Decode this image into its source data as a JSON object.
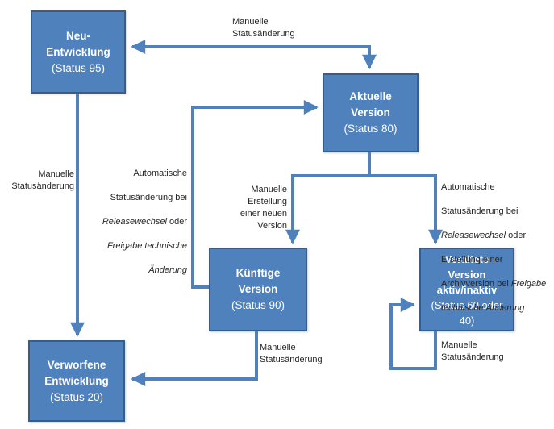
{
  "colors": {
    "node_fill": "#4f81bd",
    "node_border": "#385d8a",
    "connector": "#4f81bd",
    "node_text": "#ffffff",
    "label_text": "#262626",
    "background": "#ffffff"
  },
  "nodes": {
    "neu": {
      "title": "Neu-\nEntwicklung",
      "status": "(Status 95)"
    },
    "aktuell": {
      "title": "Aktuelle\nVersion",
      "status": "(Status 80)"
    },
    "kuenftig": {
      "title": "Künftige\nVersion",
      "status": "(Status 90)"
    },
    "veraltet": {
      "title": "Veraltete\nVersion\naktiv/inaktiv",
      "status": "(Status 60 oder\n40)"
    },
    "verworfen": {
      "title": "Verworfene\nEntwicklung",
      "status": "(Status 20)"
    }
  },
  "labels": {
    "manual_top": "Manuelle\nStatusänderung",
    "manual_left": "Manuelle\nStatusänderung",
    "auto_left": {
      "l1": "Automatische",
      "l2": "Statusänderung bei",
      "l3a": "Releasewechsel",
      "l3b": " oder",
      "l4": "Freigabe technische",
      "l5": "Änderung"
    },
    "neue_version": "Manuelle\nErstellung\neiner neuen\nVersion",
    "auto_right": {
      "l1": "Automatische",
      "l2": "Statusänderung bei",
      "l3a": "Releasewechsel",
      "l3b": " oder",
      "l4": "Erstellung einer",
      "l5a": "Archivversion bei ",
      "l5b": "Freigabe",
      "l6": "technische Änderung"
    },
    "manual_kuenftig_verworfen": "Manuelle\nStatusänderung",
    "manual_veraltet_loop": "Manuelle\nStatusänderung"
  }
}
